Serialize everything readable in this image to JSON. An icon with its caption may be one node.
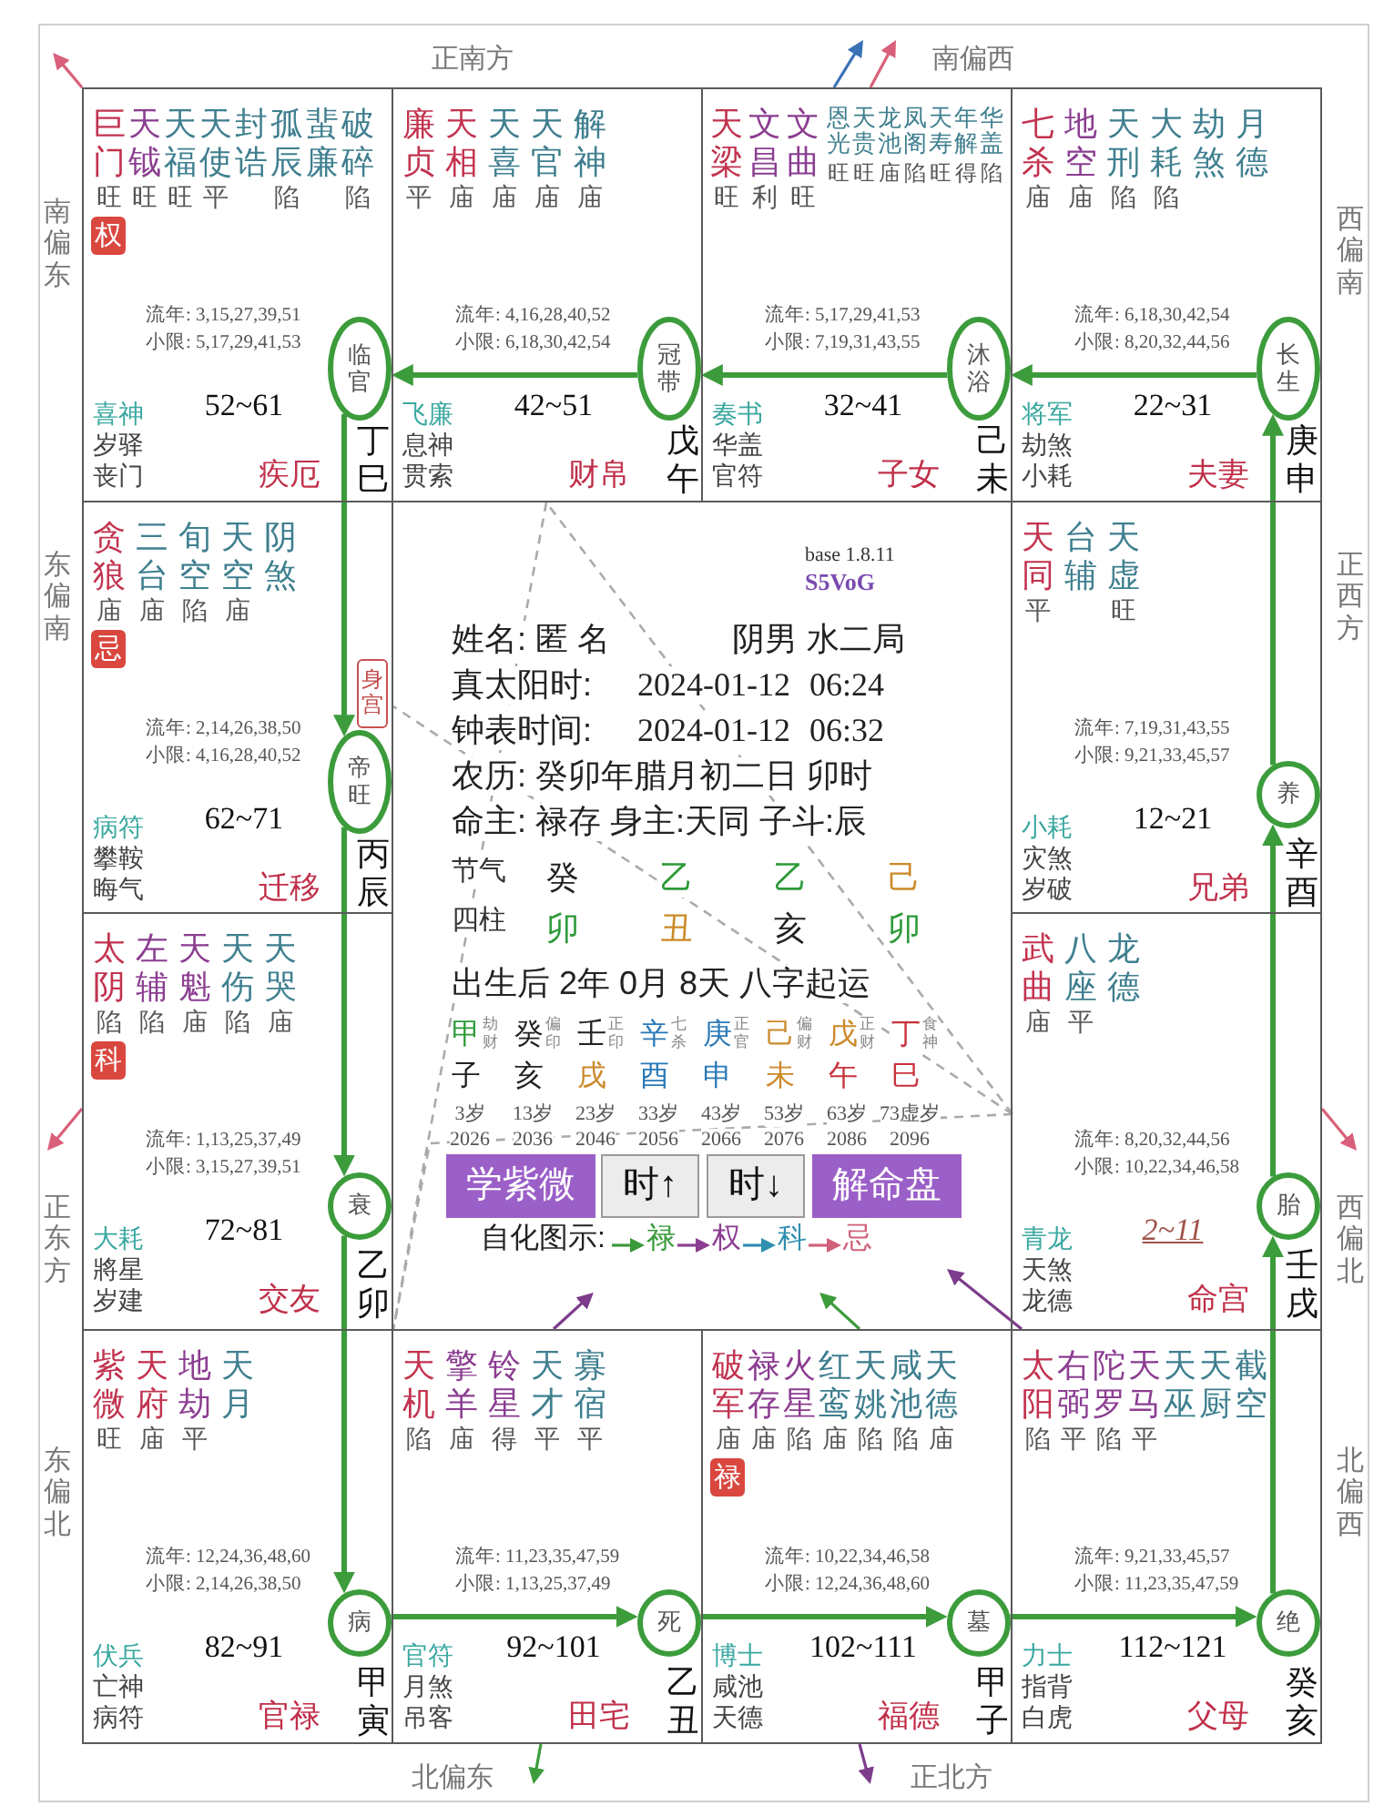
{
  "diagram": {
    "nodes": [
      {
        "text": [
          "巨门",
          "天钺",
          "天福",
          "天使",
          "封诰",
          "孤辰",
          "蜚廉",
          "破碎",
          "旺",
          "旺",
          "旺",
          "平",
          "陷",
          "陷",
          "权",
          "流年: 3,15,27,39,51",
          "小限: 5,17,29,41,53",
          "52~61",
          "喜神",
          "岁驿",
          "丧门",
          "疾厄",
          "丁巳"
        ]
      },
      {
        "text": [
          "临官"
        ],
        "in": 0
      },
      {
        "text": [
          "廉贞",
          "天相",
          "天喜",
          "天官",
          "解神",
          "平",
          "庙",
          "庙",
          "庙",
          "庙",
          "流年: 4,16,28,40,52",
          "小限: 6,18,30,42,54",
          "42~51",
          "飞廉",
          "息神",
          "贯索",
          "财帛",
          "戊午"
        ]
      },
      {
        "text": [
          "冠带"
        ],
        "in": 2
      },
      {
        "text": [
          "天梁",
          "文昌",
          "文曲",
          "恩光",
          "天贵",
          "龙池",
          "凤阁",
          "天寿",
          "年解",
          "华盖",
          "旺",
          "利",
          "旺",
          "旺",
          "旺",
          "庙",
          "陷",
          "旺",
          "得",
          "陷",
          "流年: 5,17,29,41,53",
          "小限: 7,19,31,43,55",
          "32~41",
          "奏书",
          "华盖",
          "官符",
          "子女",
          "己未"
        ]
      },
      {
        "text": [
          "沐浴"
        ],
        "in": 4
      },
      {
        "text": [
          "七杀",
          "地空",
          "天刑",
          "大耗",
          "劫煞",
          "月德",
          "庙",
          "庙",
          "陷",
          "陷",
          "流年: 6,18,30,42,54",
          "小限: 8,20,32,44,56",
          "22~31",
          "将军",
          "劫煞",
          "小耗",
          "夫妻",
          "庚申"
        ]
      },
      {
        "text": [
          "长生"
        ],
        "in": 6
      },
      {
        "text": [
          "贪狼",
          "三台",
          "旬空",
          "天空",
          "阴煞",
          "庙",
          "庙",
          "陷",
          "庙",
          "忌",
          "流年: 2,14,26,38,50",
          "小限: 4,16,28,40,52",
          "62~71",
          "病符",
          "攀鞍",
          "晦气",
          "迁移",
          "丙辰"
        ]
      },
      {
        "text": [
          "身宫"
        ],
        "in": 8
      },
      {
        "text": [
          "帝旺"
        ],
        "in": 8
      },
      {
        "text": [
          "天同",
          "台辅",
          "天虚",
          "平",
          "旺",
          "流年: 7,19,31,43,55",
          "小限: 9,21,33,45,57",
          "12~21",
          "小耗",
          "灾煞",
          "岁破",
          "兄弟",
          "辛酉"
        ]
      },
      {
        "text": [
          "养"
        ],
        "in": 11
      },
      {
        "text": [
          "太阴",
          "左辅",
          "天魁",
          "天伤",
          "天哭",
          "陷",
          "陷",
          "庙",
          "陷",
          "庙",
          "科",
          "流年: 1,13,25,37,49",
          "小限: 3,15,27,39,51",
          "72~81",
          "大耗",
          "將星",
          "岁建",
          "交友",
          "乙卯"
        ]
      },
      {
        "text": [
          "衰"
        ],
        "in": 13
      },
      {
        "text": [
          "学紫微"
        ]
      },
      {
        "text": [
          "时↑"
        ]
      },
      {
        "text": [
          "时↓"
        ]
      },
      {
        "text": [
          "解命盘"
        ]
      },
      {
        "text": [
          "武曲",
          "八座",
          "龙德",
          "庙",
          "平",
          "流年: 8,20,32,44,56",
          "小限: 10,22,34,46,58",
          "2~11",
          "青龙",
          "天煞",
          "龙德",
          "命宫",
          "壬戌"
        ]
      },
      {
        "text": [
          "胎"
        ],
        "in": 19
      },
      {
        "text": [
          "紫微",
          "天府",
          "地劫",
          "天月",
          "旺",
          "庙",
          "平",
          "流年: 12,24,36,48,60",
          "小限: 2,14,26,38,50",
          "82~91",
          "伏兵",
          "亡神",
          "病符",
          "官禄",
          "甲寅"
        ]
      },
      {
        "text": [
          "病"
        ],
        "in": 21
      },
      {
        "text": [
          "天机",
          "擎羊",
          "铃星",
          "天才",
          "寡宿",
          "陷",
          "庙",
          "得",
          "平",
          "平",
          "流年: 11,23,35,47,59",
          "小限: 1,13,25,37,49",
          "92~101",
          "官符",
          "月煞",
          "吊客",
          "田宅",
          "乙丑"
        ]
      },
      {
        "text": [
          "死"
        ],
        "in": 23
      },
      {
        "text": [
          "破军",
          "禄存",
          "火星",
          "红鸾",
          "天姚",
          "咸池",
          "天德",
          "庙",
          "庙",
          "陷",
          "庙",
          "陷",
          "陷",
          "庙",
          "禄",
          "流年: 10,22,34,46,58",
          "小限: 12,24,36,48,60",
          "102~111",
          "博士",
          "咸池",
          "天德",
          "福德",
          "甲子"
        ]
      },
      {
        "text": [
          "墓"
        ],
        "in": 25
      },
      {
        "text": [
          "太阳",
          "右弼",
          "陀罗",
          "天马",
          "天巫",
          "天厨",
          "截空",
          "陷",
          "平",
          "陷",
          "平",
          "流年: 9,21,33,45,57",
          "小限: 11,23,35,47,59",
          "112~121",
          "力士",
          "指背",
          "白虎",
          "父母",
          "癸亥"
        ]
      },
      {
        "text": [
          "绝"
        ],
        "in": 27
      }
    ],
    "edges": [
      {
        "from": 7,
        "to": 5,
        "arrow": "to"
      },
      {
        "from": 5,
        "to": 3,
        "arrow": "to"
      },
      {
        "from": 3,
        "to": 1,
        "arrow": "to"
      },
      {
        "from": 1,
        "to": 10,
        "arrow": "to"
      },
      {
        "from": 10,
        "to": 14,
        "arrow": "to"
      },
      {
        "from": 14,
        "to": 22,
        "arrow": "to"
      },
      {
        "from": 22,
        "to": 24,
        "arrow": "to"
      },
      {
        "from": 24,
        "to": 26,
        "arrow": "to"
      },
      {
        "from": 26,
        "to": 28,
        "arrow": "to"
      },
      {
        "from": 28,
        "to": 20,
        "arrow": "to"
      },
      {
        "from": 20,
        "to": 12,
        "arrow": "to"
      },
      {
        "from": 12,
        "to": 7,
        "arrow": "to"
      },
      {
        "from": 19,
        "to": 2,
        "arrow": "none",
        "style": "dashed",
        "color": "#aaaaaa"
      },
      {
        "from": 19,
        "to": 21,
        "arrow": "none",
        "style": "dashed",
        "color": "#aaaaaa"
      },
      {
        "from": 2,
        "to": 21,
        "arrow": "none",
        "style": "dashed",
        "color": "#aaaaaa"
      },
      {
        "from": 19,
        "to": 8,
        "arrow": "none",
        "style": "dashed",
        "color": "#aaaaaa"
      },
      {
        "from": 0,
        "to": null,
        "arrow": "to",
        "color": "#d9607a"
      },
      {
        "from": 4,
        "to": null,
        "arrow": "to",
        "color": "#3a72b5"
      },
      {
        "from": 4,
        "to": null,
        "arrow": "to",
        "color": "#d9607a"
      },
      {
        "from": 13,
        "to": null,
        "arrow": "to",
        "color": "#d9607a"
      },
      {
        "from": 19,
        "to": null,
        "arrow": "to",
        "color": "#d9607a"
      },
      {
        "from": 23,
        "to": null,
        "arrow": "to",
        "color": "#7d3c8c"
      },
      {
        "from": 25,
        "to": null,
        "arrow": "to"
      },
      {
        "from": 27,
        "to": null,
        "arrow": "to",
        "color": "#7d3c8c"
      },
      {
        "from": 23,
        "to": null,
        "arrow": "to"
      },
      {
        "from": 25,
        "to": null,
        "arrow": "to",
        "color": "#7d3c8c"
      }
    ],
    "labels": [
      "正南方",
      "南偏西",
      "南偏东",
      "西偏南",
      "东偏南",
      "正西方",
      "正东方",
      "西偏北",
      "东偏北",
      "北偏西",
      "北偏东",
      "正北方",
      "base 1.8.11",
      "S5VoG",
      "姓名: 匿 名",
      "阴男 水二局",
      "真太阳时:",
      "2024-01-12 06:24",
      "钟表时间:",
      "2024-01-12 06:32",
      "农历: 癸卯年腊月初二日 卯时",
      "命主: 禄存 身主:天同 子斗:辰",
      "节气",
      "癸",
      "乙",
      "乙",
      "己",
      "四柱",
      "卯",
      "丑",
      "亥",
      "卯",
      "出生后 2年 0月 8天 八字起运",
      "甲",
      "劫财",
      "癸",
      "偏印",
      "壬",
      "正印",
      "辛",
      "七杀",
      "庚",
      "正官",
      "己",
      "偏财",
      "戊",
      "正财",
      "丁",
      "食神",
      "子",
      "亥",
      "戌",
      "酉",
      "申",
      "未",
      "午",
      "巳",
      "3岁",
      "13岁",
      "23岁",
      "33岁",
      "43岁",
      "53岁",
      "63岁",
      "73虚岁",
      "2026",
      "2036",
      "2046",
      "2056",
      "2066",
      "2076",
      "2086",
      "2096",
      "自化图示:"
    ],
    "legend": [
      {
        "text": "禄"
      },
      {
        "text": "权"
      },
      {
        "text": "科"
      },
      {
        "text": "忌"
      }
    ]
  }
}
